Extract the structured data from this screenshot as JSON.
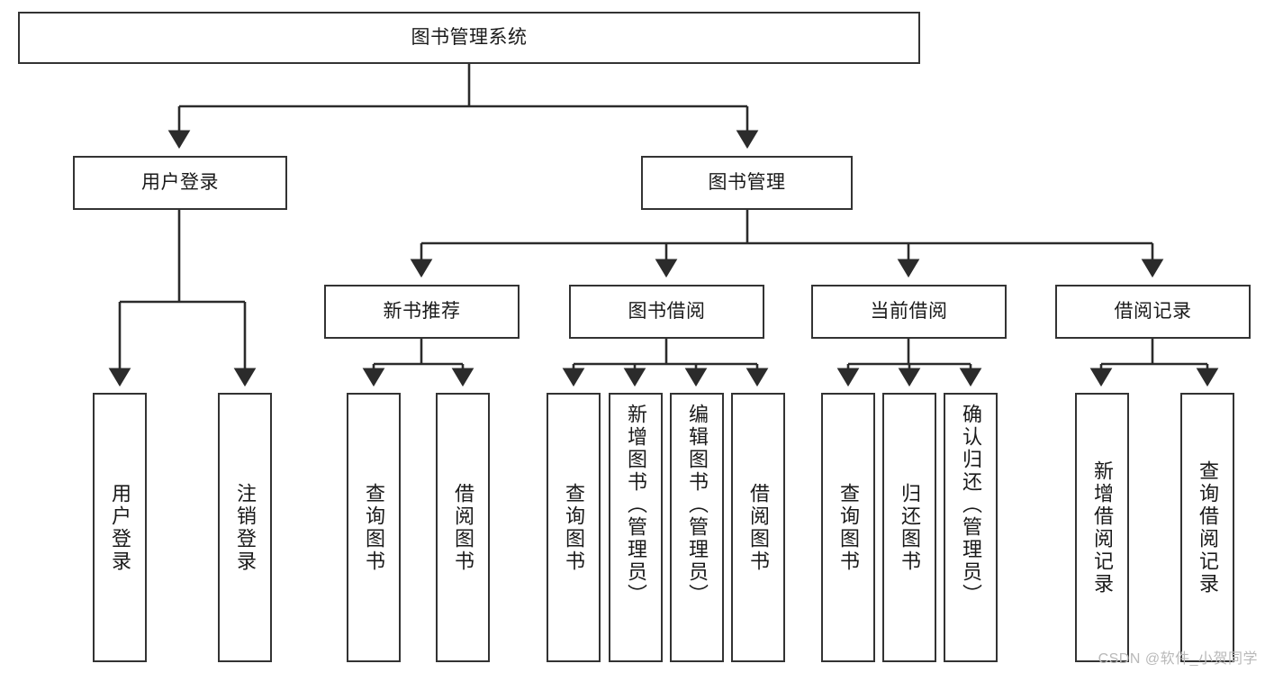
{
  "diagram": {
    "title": "图书管理系统",
    "watermark": "CSDN @软件_小贺同学",
    "colors": {
      "box_border": "#333333",
      "box_fill": "#ffffff",
      "edge": "#2b2b2b",
      "text": "#1a1a1a",
      "watermark": "#b9b9b9"
    },
    "nodes": {
      "root": {
        "label": "图书管理系统"
      },
      "level2": [
        {
          "id": "user-login",
          "label": "用户登录"
        },
        {
          "id": "book-manage",
          "label": "图书管理"
        }
      ],
      "level3": [
        {
          "id": "new-book-recommend",
          "label": "新书推荐"
        },
        {
          "id": "book-borrow",
          "label": "图书借阅"
        },
        {
          "id": "current-borrow",
          "label": "当前借阅"
        },
        {
          "id": "borrow-record",
          "label": "借阅记录"
        }
      ],
      "leaves": {
        "user-login": [
          {
            "id": "leaf-user-login",
            "label": "用户登录"
          },
          {
            "id": "leaf-logout-login",
            "label": "注销登录"
          }
        ],
        "new-book-recommend": [
          {
            "id": "leaf-query-book-1",
            "label": "查询图书"
          },
          {
            "id": "leaf-borrow-book-1",
            "label": "借阅图书"
          }
        ],
        "book-borrow": [
          {
            "id": "leaf-query-book-2",
            "label": "查询图书"
          },
          {
            "id": "leaf-add-book",
            "label": "新增图书（管理员）"
          },
          {
            "id": "leaf-edit-book",
            "label": "编辑图书（管理员）"
          },
          {
            "id": "leaf-borrow-book-2",
            "label": "借阅图书"
          }
        ],
        "current-borrow": [
          {
            "id": "leaf-query-book-3",
            "label": "查询图书"
          },
          {
            "id": "leaf-return-book",
            "label": "归还图书"
          },
          {
            "id": "leaf-confirm-return",
            "label": "确认归还（管理员）"
          }
        ],
        "borrow-record": [
          {
            "id": "leaf-add-record",
            "label": "新增借阅记录"
          },
          {
            "id": "leaf-query-record",
            "label": "查询借阅记录"
          }
        ]
      }
    }
  }
}
